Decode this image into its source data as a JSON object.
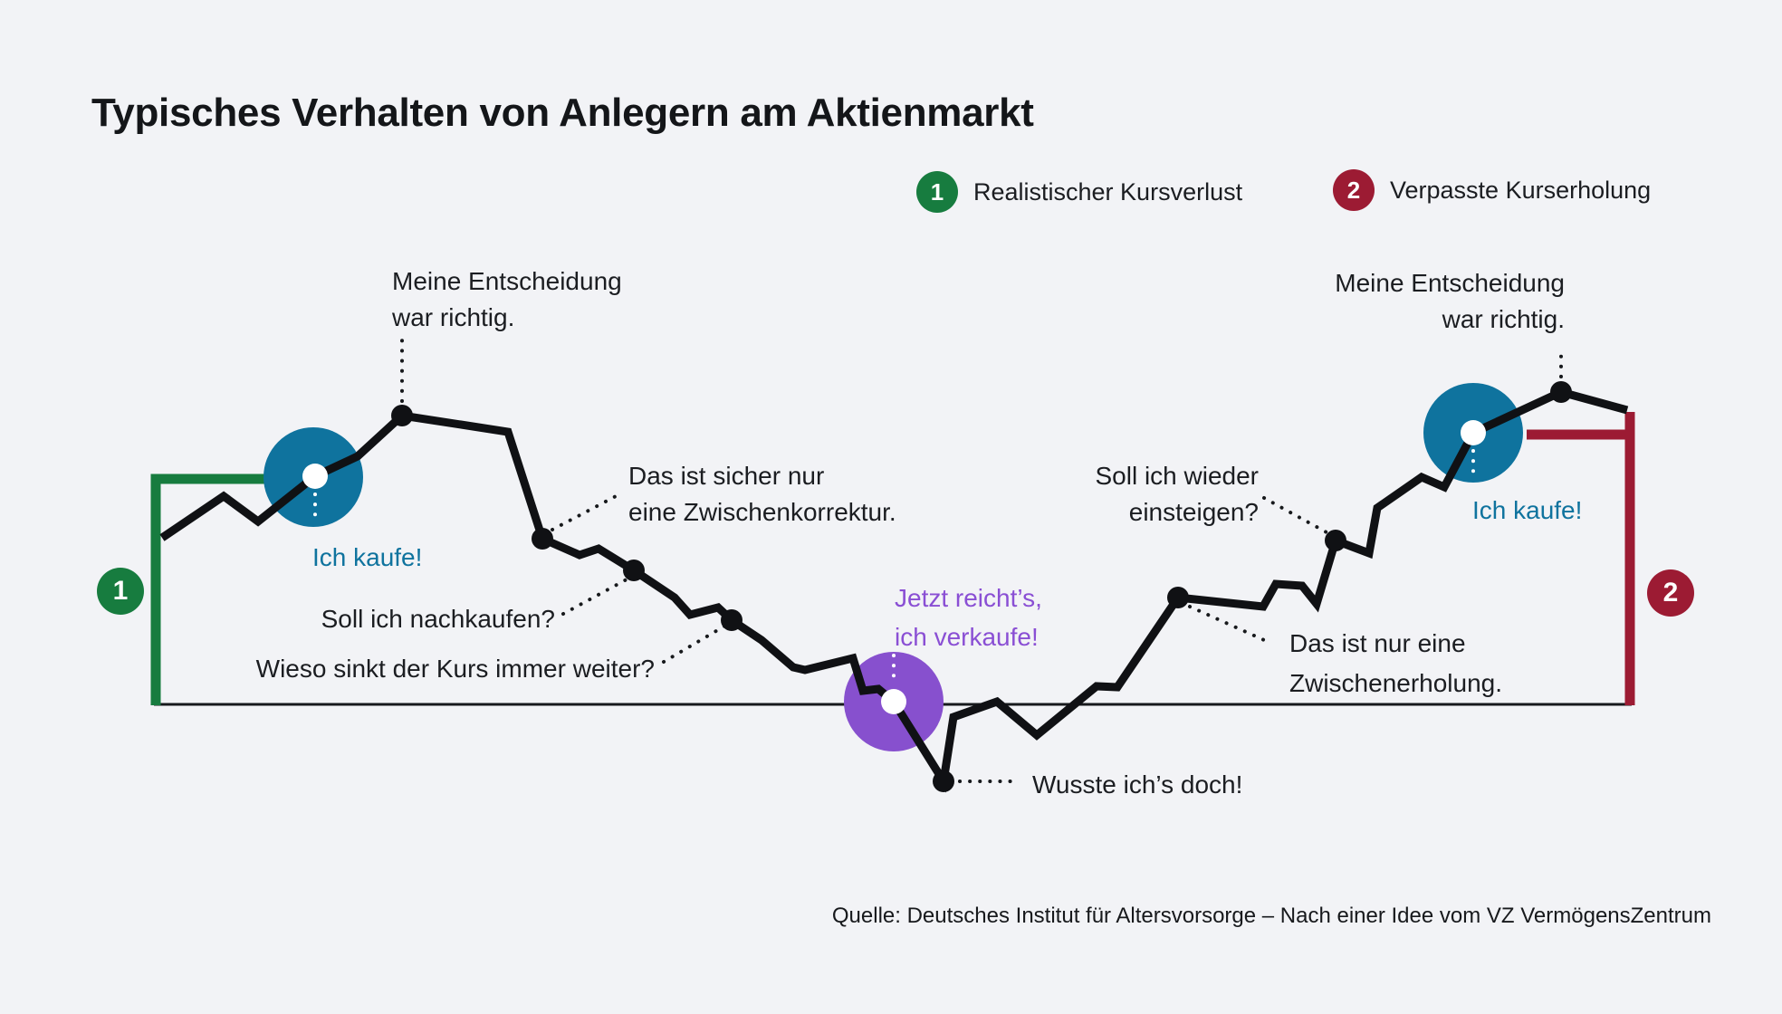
{
  "title": "Typisches Verhalten von Anlegern am Aktienmarkt",
  "legend": {
    "items": [
      {
        "number": "1",
        "label": "Realistischer Kursverlust",
        "color": "#177C3F"
      },
      {
        "number": "2",
        "label": "Verpasste Kurserholung",
        "color": "#9C1B33"
      }
    ]
  },
  "annotations": {
    "decision_left": {
      "line1": "Meine Entscheidung",
      "line2": "war richtig."
    },
    "buy1": "Ich kaufe!",
    "correction": {
      "line1": "Das ist sicher nur",
      "line2": "eine Zwischenkorrektur."
    },
    "rebuy": "Soll ich nachkaufen?",
    "why_sinking": "Wieso sinkt der Kurs immer weiter?",
    "sell": {
      "line1": "Jetzt reicht’s,",
      "line2": "ich verkaufe!"
    },
    "knew_it": "Wusste ich’s doch!",
    "reenter": {
      "line1": "Soll ich wieder",
      "line2": "einsteigen?"
    },
    "recovery": {
      "line1": "Das ist nur eine",
      "line2": "Zwischenerholung."
    },
    "buy2": "Ich kaufe!",
    "decision_right": {
      "line1": "Meine Entscheidung",
      "line2": "war richtig."
    }
  },
  "source": "Quelle: Deutsches Institut für Altersvorsorge – Nach einer Idee vom VZ VermögensZentrum",
  "colors": {
    "background": "#F2F3F6",
    "line": "#101114",
    "green": "#177C3F",
    "dark_red": "#9C1B33",
    "blue_circle": "#0F739E",
    "purple_circle": "#8750CE",
    "purple_text": "#8A4FD4",
    "teal_text": "#0F739E",
    "text": "#1B1D21"
  }
}
